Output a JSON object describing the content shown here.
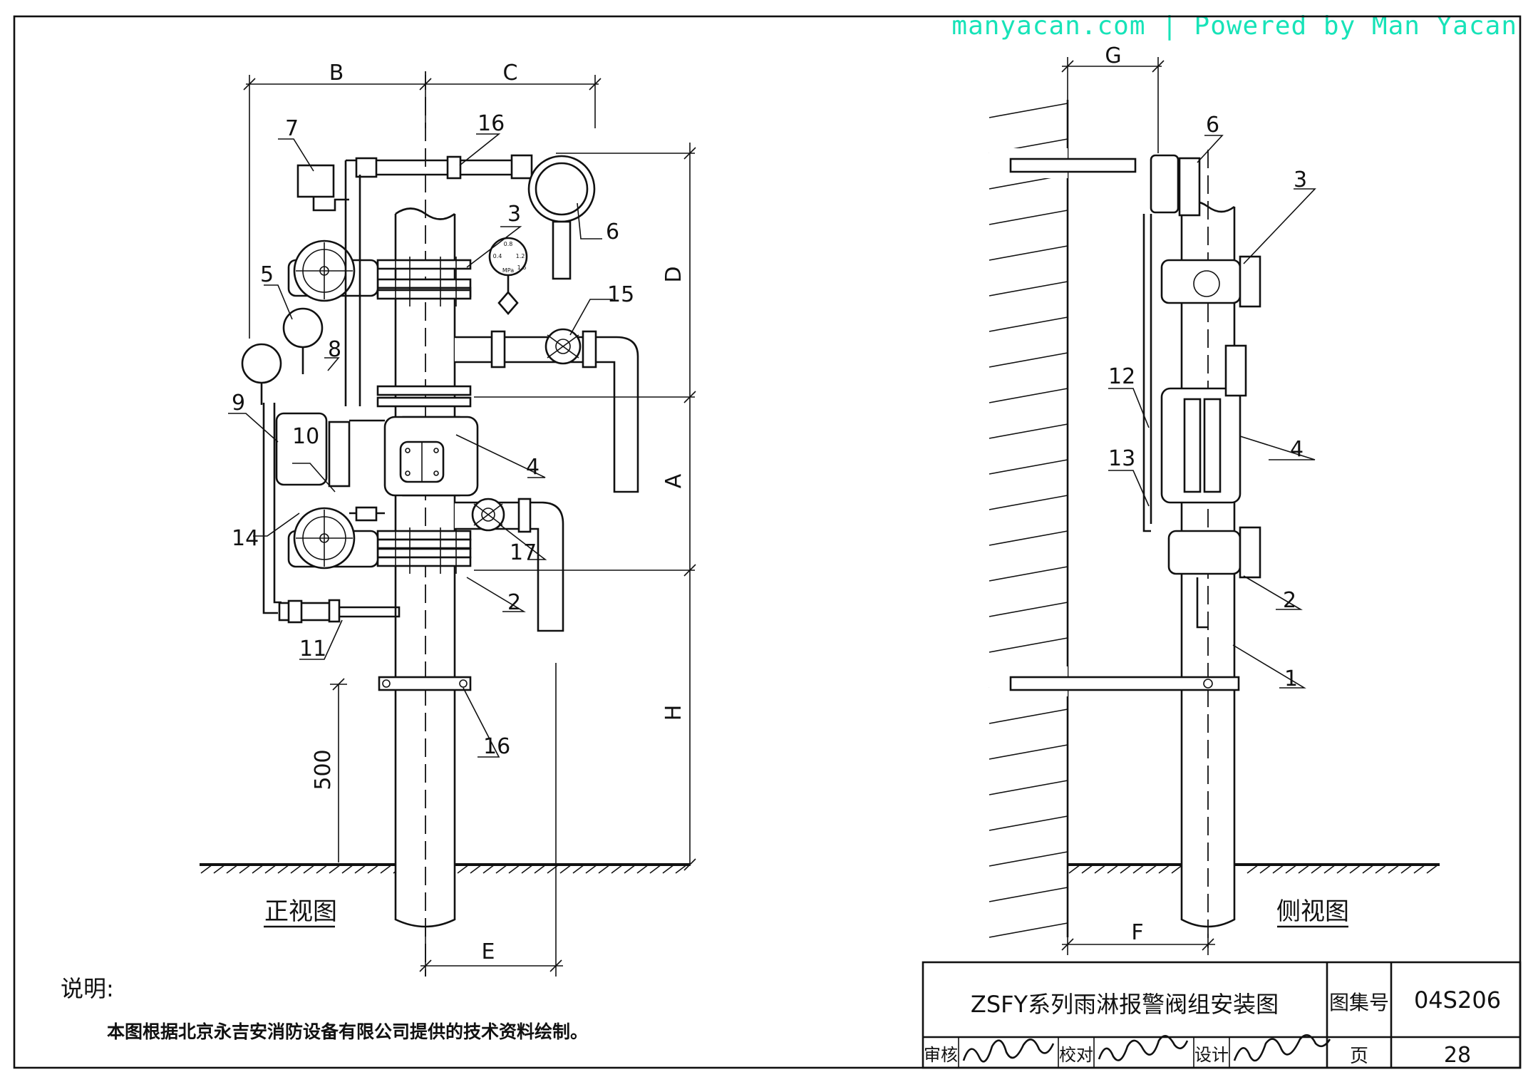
{
  "watermark": "manyacan.com | Powered by Man Yacan",
  "front_view": {
    "title": "正视图",
    "dimensions": {
      "B": "B",
      "C": "C",
      "D": "D",
      "A": "A",
      "H": "H",
      "E": "E",
      "h500": "500"
    },
    "part_labels": {
      "p2": "2",
      "p3": "3",
      "p4": "4",
      "p5": "5",
      "p6": "6",
      "p7": "7",
      "p8": "8",
      "p9": "9",
      "p10": "10",
      "p11": "11",
      "p14": "14",
      "p15": "15",
      "p16a": "16",
      "p16b": "16",
      "p17": "17"
    }
  },
  "side_view": {
    "title": "侧视图",
    "dimensions": {
      "G": "G",
      "F": "F"
    },
    "part_labels": {
      "p1": "1",
      "p2": "2",
      "p3": "3",
      "p4": "4",
      "p6": "6",
      "p12": "12",
      "p13": "13"
    }
  },
  "gauge": {
    "t1": "0.8",
    "t2": "0.4",
    "t3": "1.2",
    "t4": "1.6",
    "unit": "MPa"
  },
  "notes": {
    "heading": "说明:",
    "body": "本图根据北京永吉安消防设备有限公司提供的技术资料绘制。"
  },
  "title_block": {
    "drawing_title": "ZSFY系列雨淋报警阀组安装图",
    "atlas_label": "图集号",
    "atlas_no": "04S206",
    "review_label": "审核",
    "check_label": "校对",
    "design_label": "设计",
    "page_label": "页",
    "page_no": "28"
  }
}
